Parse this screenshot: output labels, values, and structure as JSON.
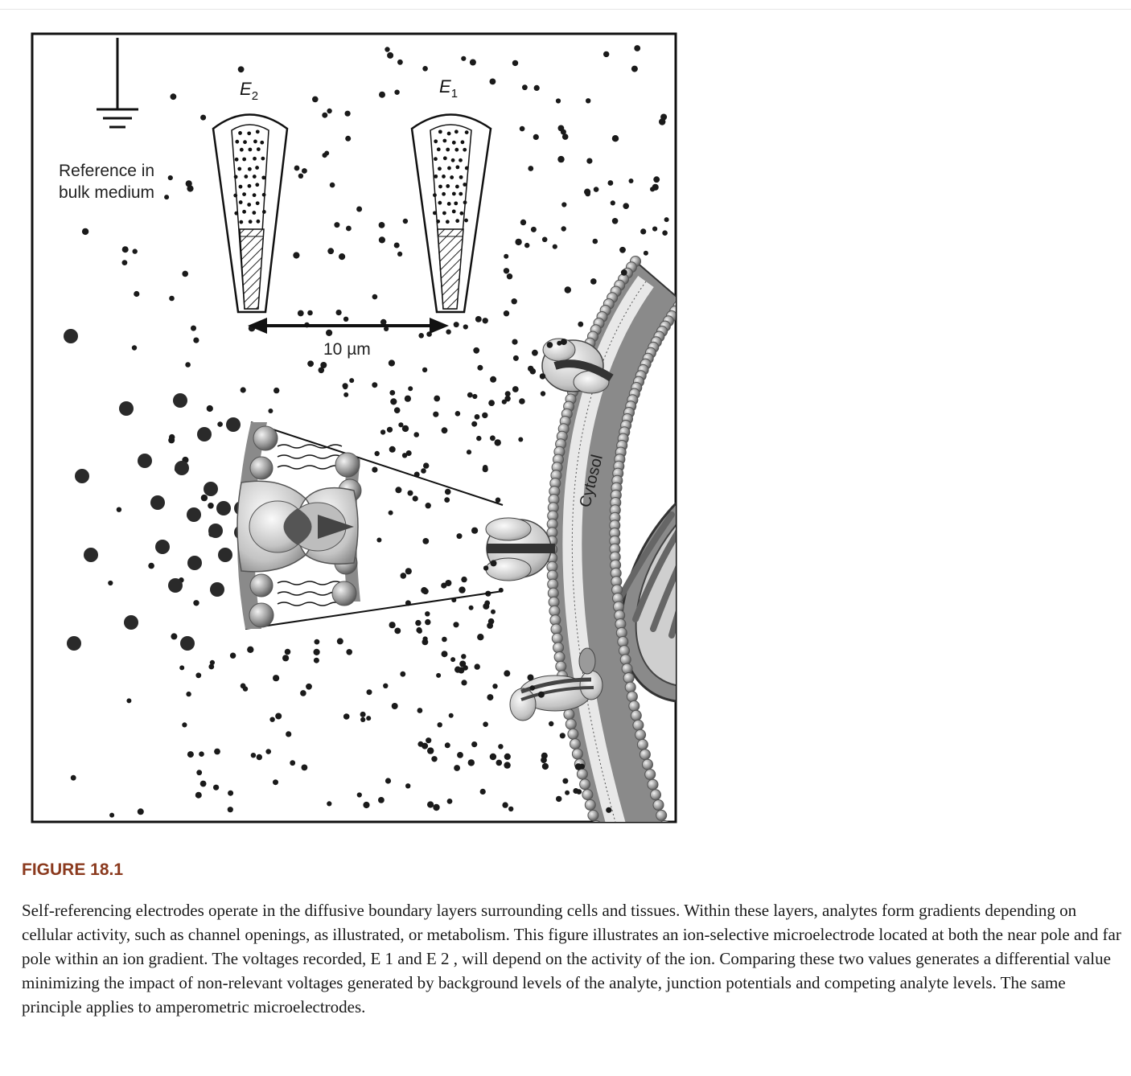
{
  "figure": {
    "electrode_e2": {
      "letter": "E",
      "subscript": "2"
    },
    "electrode_e1": {
      "letter": "E",
      "subscript": "1"
    },
    "reference_label_line1": "Reference in",
    "reference_label_line2": "bulk medium",
    "distance_label": "10 µm",
    "cytosol_label": "Cytosol"
  },
  "caption": {
    "title": "FIGURE 18.1",
    "text": "Self-referencing electrodes operate in the diffusive boundary layers surrounding cells and tissues. Within these layers, analytes form gradients depending on cellular activity, such as channel openings, as illustrated, or metabolism. This figure illustrates an ion-selective microelectrode located at both the near pole and far pole within an ion gradient. The voltages recorded, E 1 and E 2 , will depend on the activity of the ion. Comparing these two values generates a differential value minimizing the impact of non-relevant voltages generated by background levels of the analyte, junction potentials and competing analyte levels. The same principle applies to amperometric microelectrodes."
  }
}
